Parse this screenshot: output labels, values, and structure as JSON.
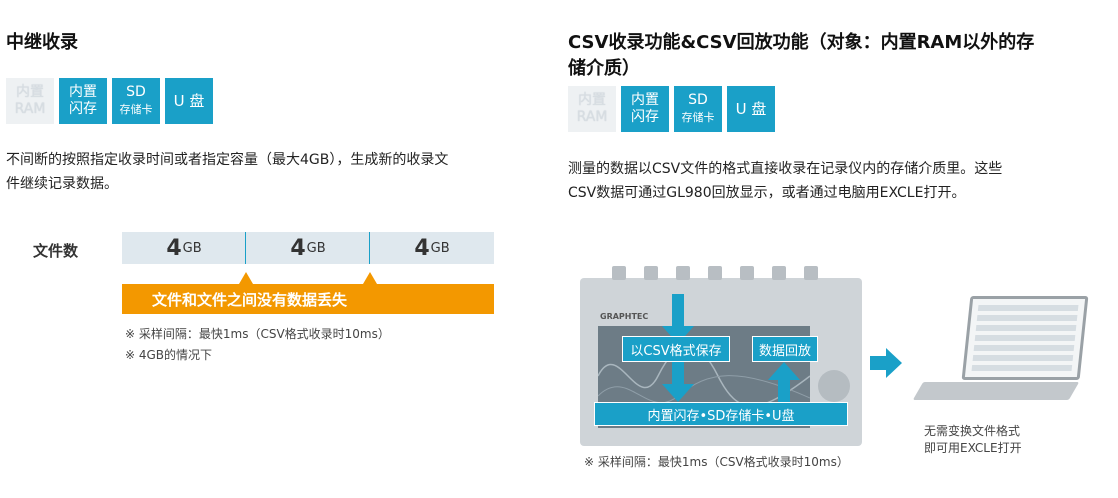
{
  "left": {
    "title": "中继收录",
    "badges": [
      {
        "line1": "内置",
        "line2": "RAM",
        "active": false
      },
      {
        "line1": "内置",
        "line2": "闪存",
        "active": true
      },
      {
        "line1": "SD",
        "line2": "存储卡",
        "active": true
      },
      {
        "line1": "U 盘",
        "line2": "",
        "active": true
      }
    ],
    "description_line1": "不间断的按照指定收录时间或者指定容量（最大4GB），生成新的收录文",
    "description_line2": "件继续记录数据。",
    "diagram": {
      "row_label": "文件数",
      "files": [
        {
          "value": "4",
          "unit": "GB"
        },
        {
          "value": "4",
          "unit": "GB"
        },
        {
          "value": "4",
          "unit": "GB"
        }
      ],
      "bar_text": "文件和文件之间没有数据丢失",
      "notes": [
        "※  采样间隔：最快1ms（CSV格式收录时10ms）",
        "※  4GB的情况下"
      ]
    }
  },
  "right": {
    "title_line1": "CSV收录功能&CSV回放功能（对象：内置RAM以外的存",
    "title_line2": "储介质）",
    "badges": [
      {
        "line1": "内置",
        "line2": "RAM",
        "active": false
      },
      {
        "line1": "内置",
        "line2": "闪存",
        "active": true
      },
      {
        "line1": "SD",
        "line2": "存储卡",
        "active": true
      },
      {
        "line1": "U 盘",
        "line2": "",
        "active": true
      }
    ],
    "description_line1": "测量的数据以CSV文件的格式直接收录在记录仪内的存储介质里。这些",
    "description_line2": "CSV数据可通过GL980回放显示，或者通过电脑用EXCLE打开。",
    "diagram": {
      "device_brand": "GRAPHTEC",
      "save_label": "以CSV格式保存",
      "playback_label": "数据回放",
      "storage_label": "内置闪存•SD存储卡•U盘",
      "pc_caption_line1": "无需变换文件格式",
      "pc_caption_line2": "即可用EXCLE打开",
      "note": "※ 采样间隔：最快1ms（CSV格式收录时10ms）"
    }
  },
  "colors": {
    "accent": "#1aa0c8",
    "orange": "#f39800"
  }
}
